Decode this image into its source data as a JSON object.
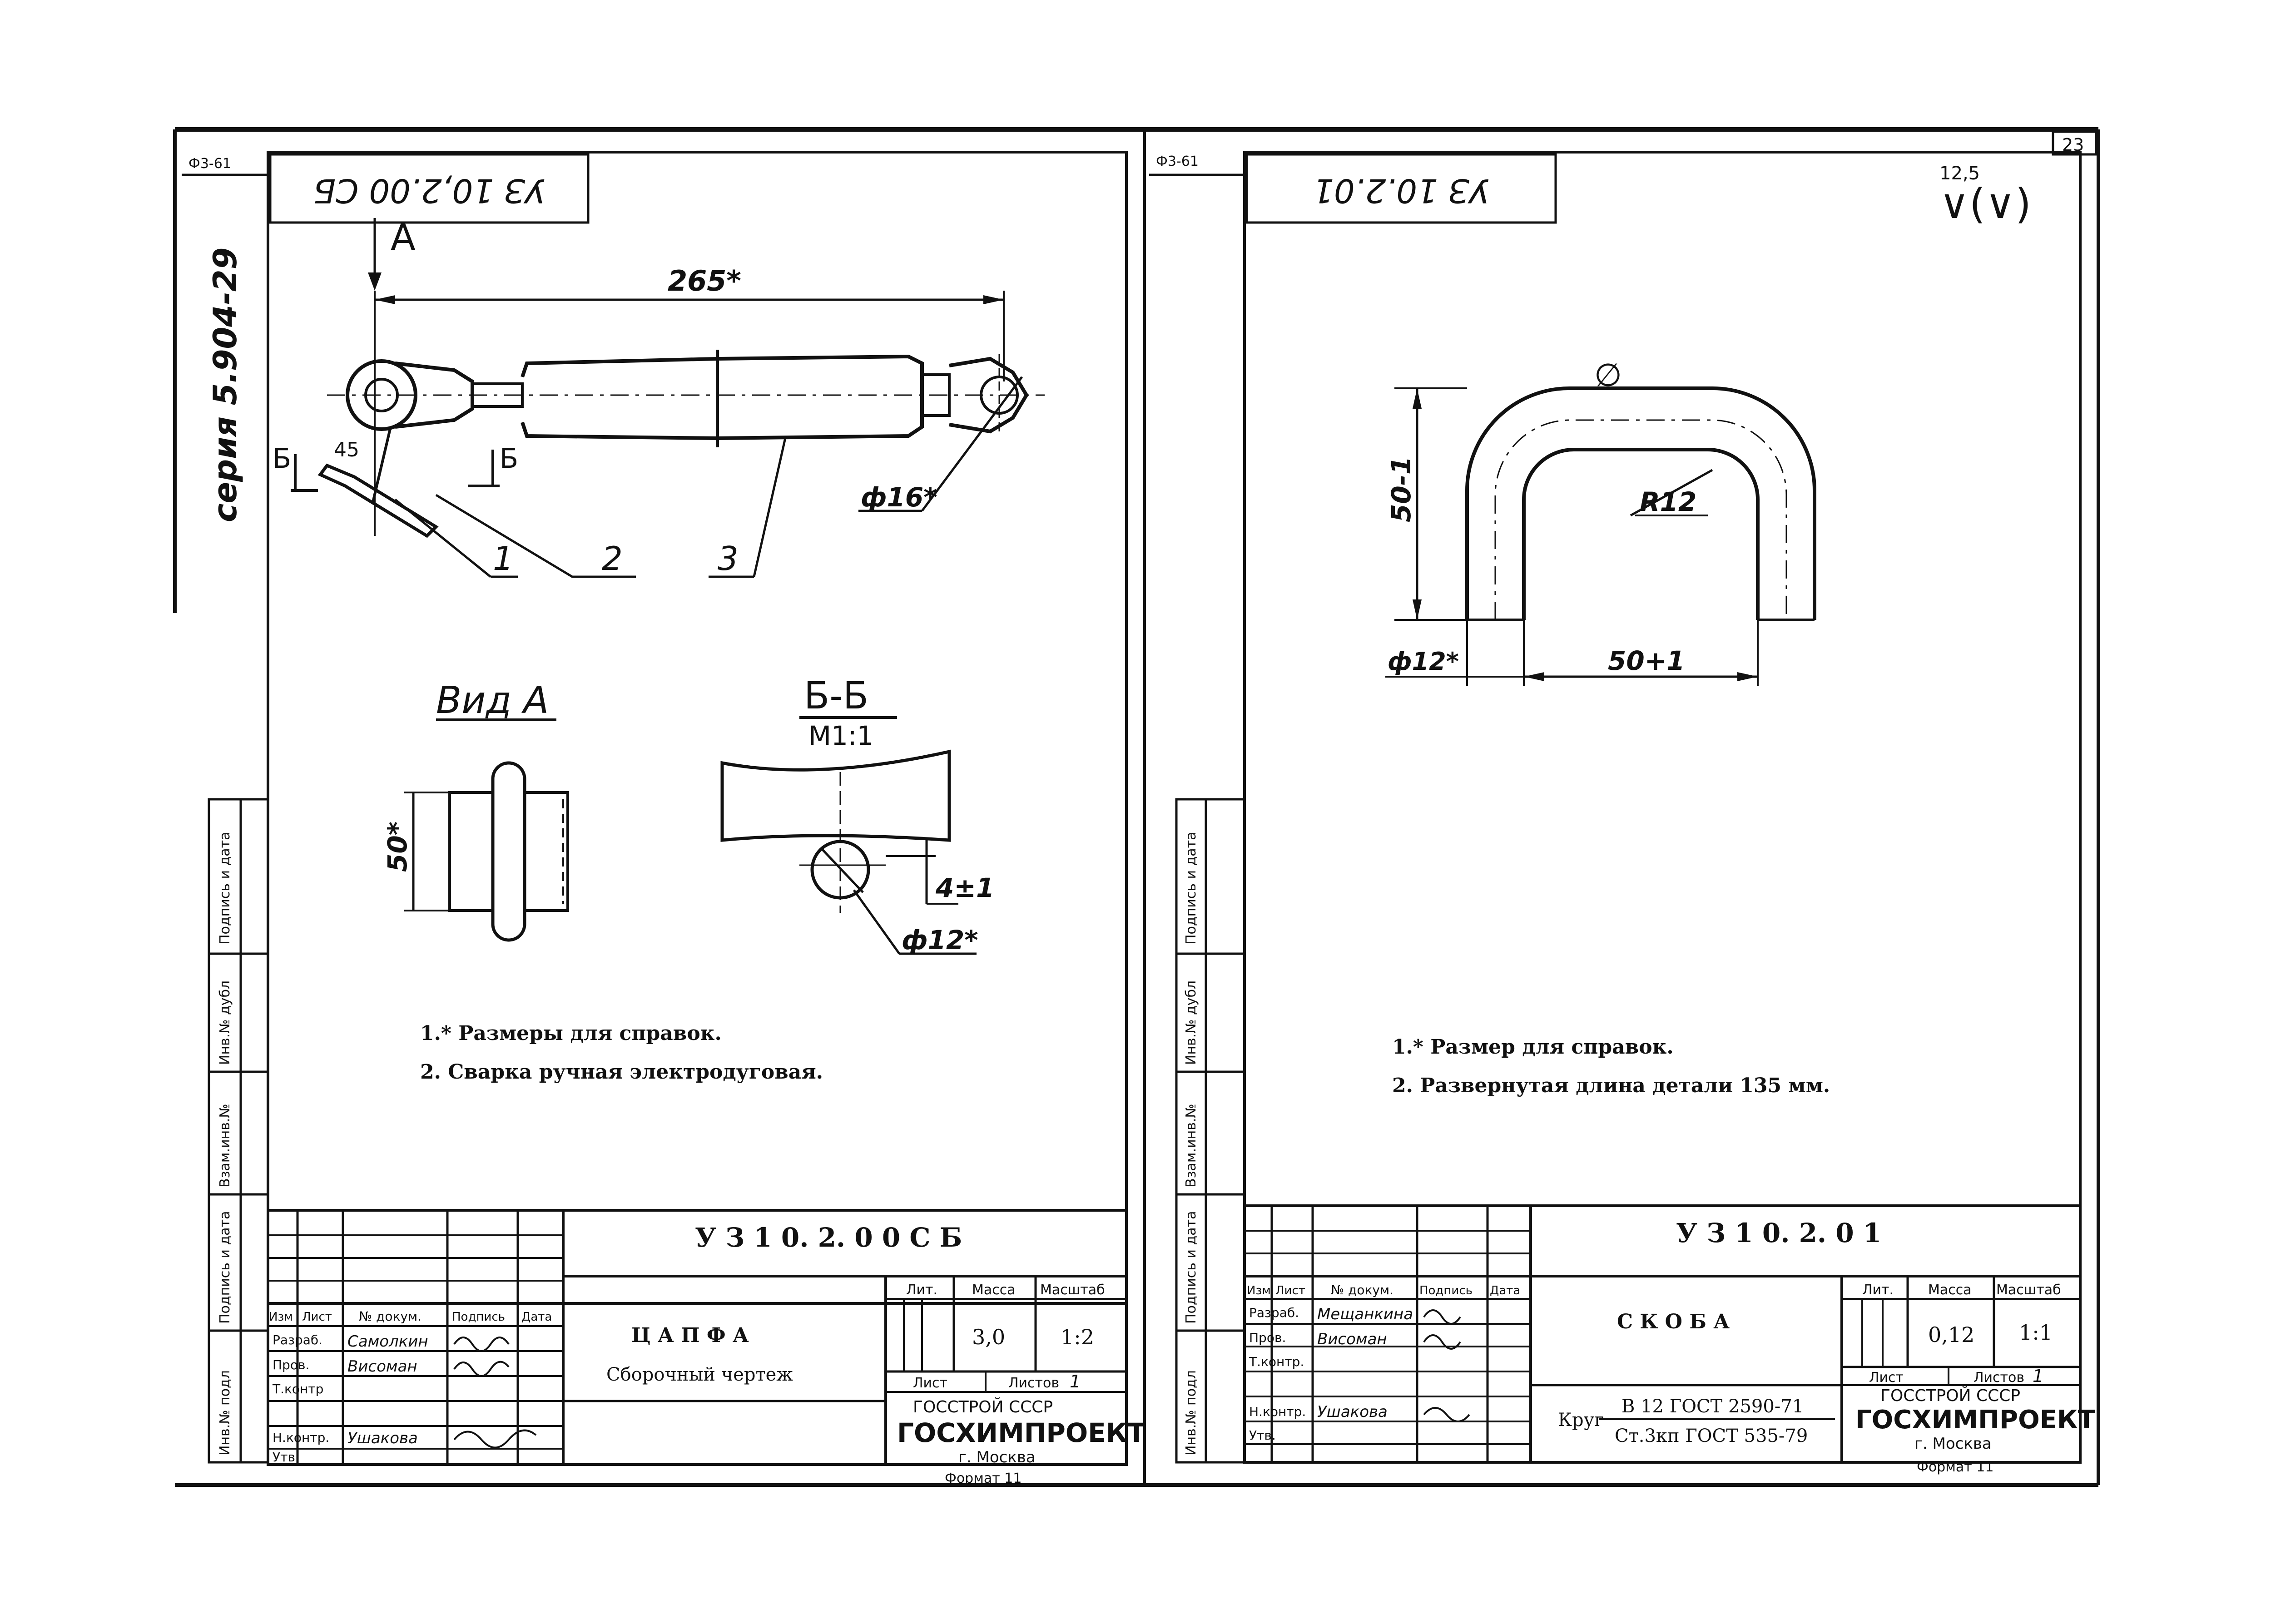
{
  "top_right_mark": "23",
  "left_sheet": {
    "corner_label": "Ф3-61",
    "doc_code_inverted": "УЗ 10,2.00 СБ",
    "series": "серия 5.904-29",
    "view_arrow": "А",
    "dim_length": "265*",
    "dim_pin": "ф16*",
    "weld_angle": "45",
    "section_mark": "Б",
    "parts": [
      "1",
      "2",
      "3"
    ],
    "view_a_title": "Вид А",
    "view_a_dim": "50*",
    "section_title": "Б-Б",
    "section_scale": "М1:1",
    "section_dim_weld": "4±1",
    "section_dim_dia": "ф12*",
    "notes": [
      "1.* Размеры для справок.",
      "2.  Сварка ручная электродуговая."
    ],
    "side_labels": [
      "Подпись и дата",
      "Инв.№ дубл",
      "Взам.инв.№",
      "Подпись и дата",
      "Инв.№ подл"
    ],
    "title_block": {
      "designation": "У З   1 0. 2. 0 0   С Б",
      "name": "Ц А П Ф А",
      "doc_type": "Сборочный чертеж",
      "headers": [
        "Изм",
        "Лист",
        "№ докум.",
        "Подпись",
        "Дата"
      ],
      "roles": [
        "Разраб.",
        "Пров.",
        "Т.контр",
        "",
        "Н.контр.",
        "Утв."
      ],
      "signatures": [
        "Самолкин",
        "Висоман",
        "",
        "",
        "Ушакова",
        ""
      ],
      "lit_label": "Лит.",
      "mass_label": "Масса",
      "scale_label": "Масштаб",
      "mass": "3,0",
      "scale": "1:2",
      "sheet_label": "Лист",
      "sheets_label": "Листов",
      "sheets_count": "1",
      "org1": "ГОССТРОЙ СССР",
      "org2": "ГОСХИМПРОЕКТ",
      "city": "г. Москва",
      "format": "Формат 11"
    }
  },
  "right_sheet": {
    "corner_label": "Ф3-61",
    "doc_code_inverted": "УЗ 10.2.01",
    "roughness_value": "12,5",
    "roughness_symbol": "∨(∨)",
    "dim_height": "50-1",
    "dim_radius": "R12",
    "dim_dia": "ф12*",
    "dim_width": "50+1",
    "notes": [
      "1.* Размер для справок.",
      "2.  Развернутая длина детали 135 мм."
    ],
    "side_labels": [
      "Подпись и дата",
      "Инв.№ дубл",
      "Взам.инв.№",
      "Подпись и дата",
      "Инв.№ подл"
    ],
    "title_block": {
      "designation": "У З   1 0. 2. 0 1",
      "name": "С К О Б А",
      "headers": [
        "Изм",
        "Лист",
        "№ докум.",
        "Подпись",
        "Дата"
      ],
      "roles": [
        "Разраб.",
        "Пров.",
        "Т.контр.",
        "",
        "Н.контр.",
        "Утв."
      ],
      "signatures": [
        "Мещанкина",
        "Висоман",
        "",
        "",
        "Ушакова",
        ""
      ],
      "material_label": "Круг",
      "material_line1": "В 12  ГОСТ 2590-71",
      "material_line2": "Ст.3кп  ГОСТ 535-79",
      "lit_label": "Лит.",
      "mass_label": "Масса",
      "scale_label": "Масштаб",
      "mass": "0,12",
      "scale": "1:1",
      "sheet_label": "Лист",
      "sheets_label": "Листов",
      "sheets_count": "1",
      "org1": "ГОССТРОЙ СССР",
      "org2": "ГОСХИМПРОЕКТ",
      "city": "г. Москва",
      "format": "Формат 11"
    }
  }
}
